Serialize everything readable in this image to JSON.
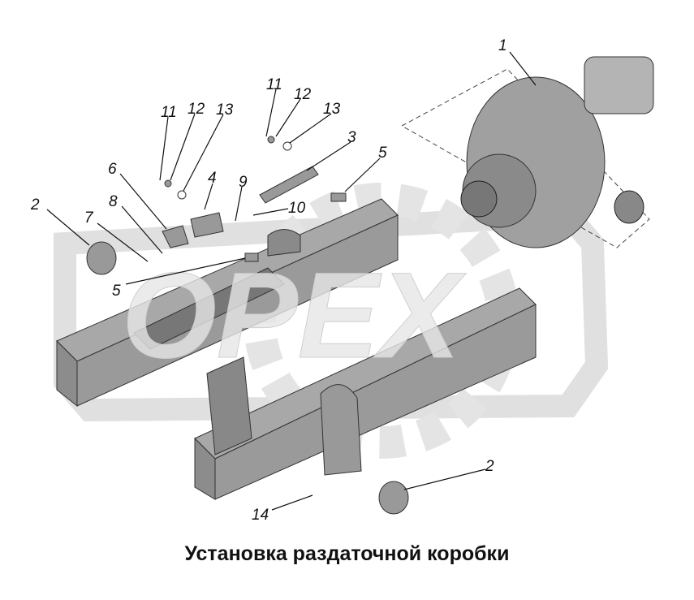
{
  "watermark": {
    "text": "OPEX"
  },
  "caption": "Установка раздаточной коробки",
  "callouts": [
    {
      "id": "1",
      "text": "1"
    },
    {
      "id": "2a",
      "text": "2"
    },
    {
      "id": "2b",
      "text": "2"
    },
    {
      "id": "3",
      "text": "3"
    },
    {
      "id": "4",
      "text": "4"
    },
    {
      "id": "5a",
      "text": "5"
    },
    {
      "id": "5b",
      "text": "5"
    },
    {
      "id": "6",
      "text": "6"
    },
    {
      "id": "7",
      "text": "7"
    },
    {
      "id": "8",
      "text": "8"
    },
    {
      "id": "9",
      "text": "9"
    },
    {
      "id": "10",
      "text": "10"
    },
    {
      "id": "11a",
      "text": "11"
    },
    {
      "id": "11b",
      "text": "11"
    },
    {
      "id": "12a",
      "text": "12"
    },
    {
      "id": "12b",
      "text": "12"
    },
    {
      "id": "13a",
      "text": "13"
    },
    {
      "id": "13b",
      "text": "13"
    },
    {
      "id": "14",
      "text": "14"
    }
  ],
  "colors": {
    "watermark": "#dcdcdc",
    "part": "#9a9a9a",
    "part_dark": "#555555"
  }
}
